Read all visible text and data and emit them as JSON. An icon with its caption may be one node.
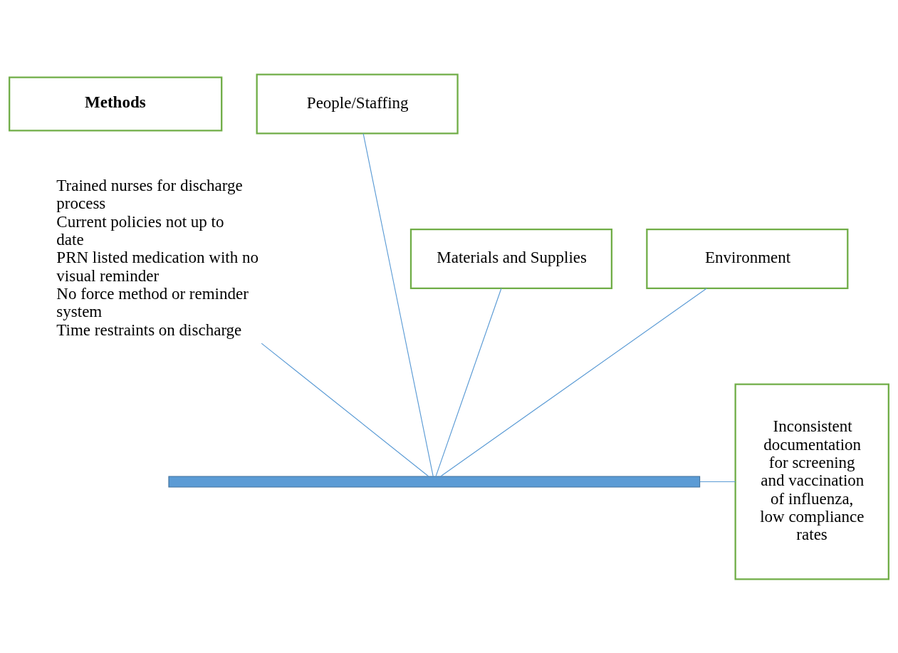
{
  "diagram": {
    "nodes": [
      {
        "text": [
          "Methods"
        ]
      },
      {
        "text": [
          "People/Staffing"
        ]
      },
      {
        "text": [
          "Trained nurses for discharge process",
          "Current policies not up to date",
          "PRN listed medication with no visual reminder",
          "No force method or reminder system",
          "Time restraints on discharge"
        ]
      },
      {
        "text": [],
        "shape": "bar"
      },
      {
        "text": [
          "Inconsistent documentation for screening and vaccination of influenza, low compliance rates"
        ]
      },
      {
        "text": [
          "Materials and Supplies"
        ]
      },
      {
        "text": [
          "Environment"
        ]
      }
    ],
    "edges": [
      {
        "from": 1,
        "to": 3,
        "arrow": "none"
      },
      {
        "from": 2,
        "to": 3,
        "arrow": "none"
      },
      {
        "from": 5,
        "to": 3,
        "arrow": "none"
      },
      {
        "from": 6,
        "to": 3,
        "arrow": "none"
      },
      {
        "from": 3,
        "to": 4,
        "arrow": "none"
      }
    ]
  }
}
